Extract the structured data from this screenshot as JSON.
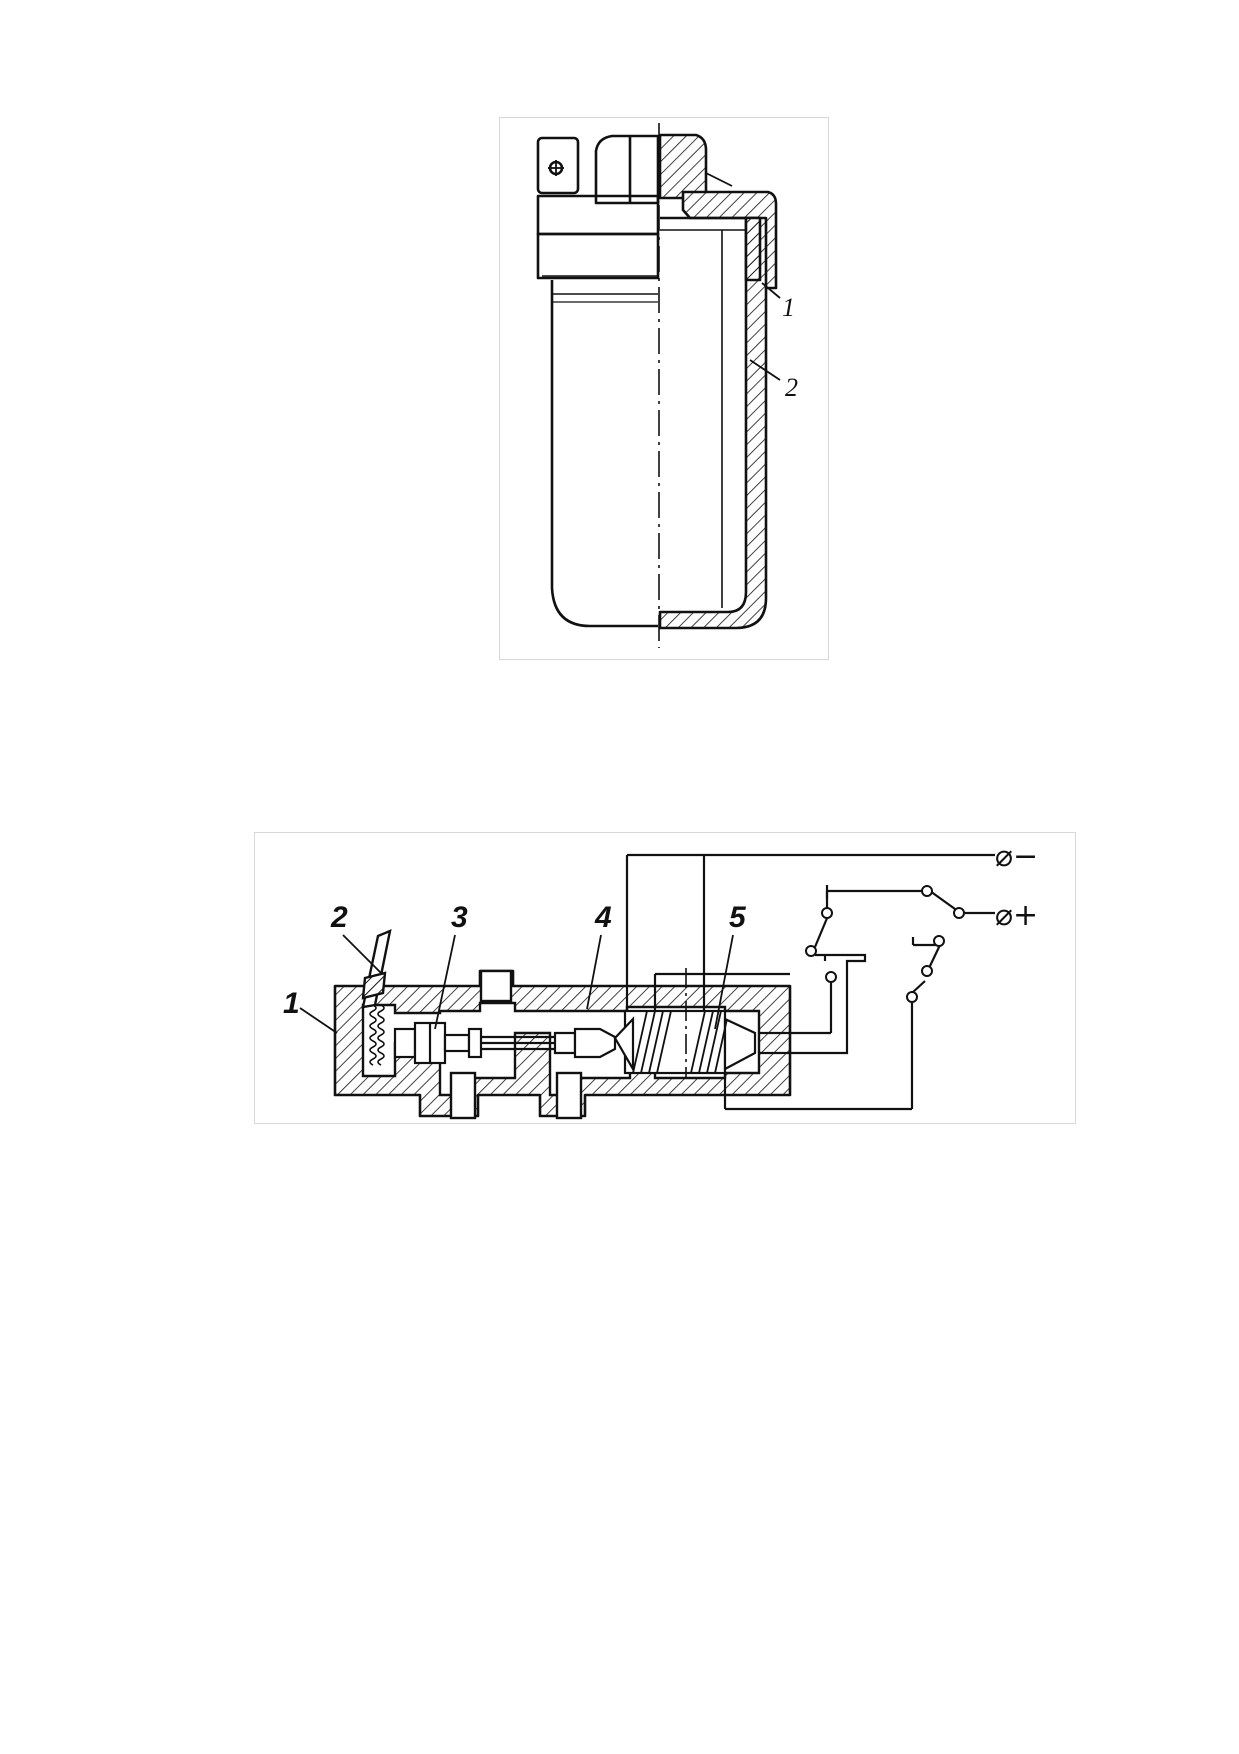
{
  "figure1": {
    "labels": {
      "item1": "1",
      "item2": "2"
    }
  },
  "figure2": {
    "labels": {
      "item1": "1",
      "item2": "2",
      "item3": "3",
      "item4": "4",
      "item5": "5"
    },
    "terminals": {
      "negative": "⌀−",
      "positive": "⌀+"
    }
  }
}
